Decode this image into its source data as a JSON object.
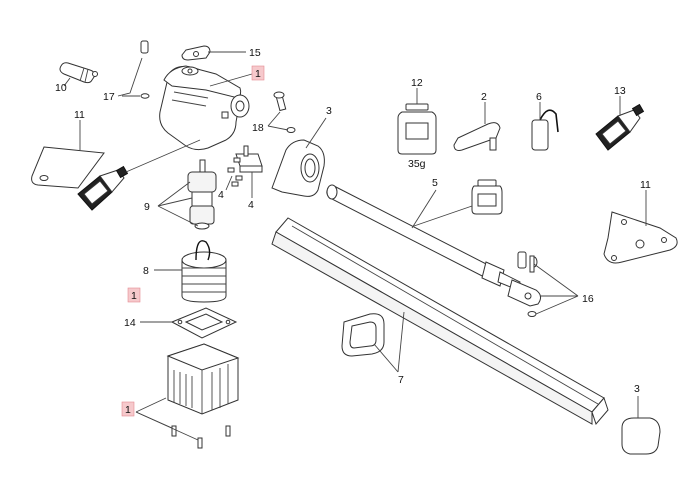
{
  "callouts": {
    "c1_top": "1",
    "c1_mid": "1",
    "c1_bottom": "1",
    "c2": "2",
    "c3_cap": "3",
    "c3_end": "3",
    "c4_left": "4",
    "c4_right": "4",
    "c5": "5",
    "c6": "6",
    "c7": "7",
    "c8": "8",
    "c9": "9",
    "c10": "10",
    "c11_left": "11",
    "c11_right": "11",
    "c12": "12",
    "c13": "13",
    "c14": "14",
    "c15": "15",
    "c16": "16",
    "c17": "17",
    "c18": "18"
  },
  "grease_jar_label": "35g",
  "colors": {
    "highlight": "#f6c9cc",
    "line": "#333333"
  }
}
